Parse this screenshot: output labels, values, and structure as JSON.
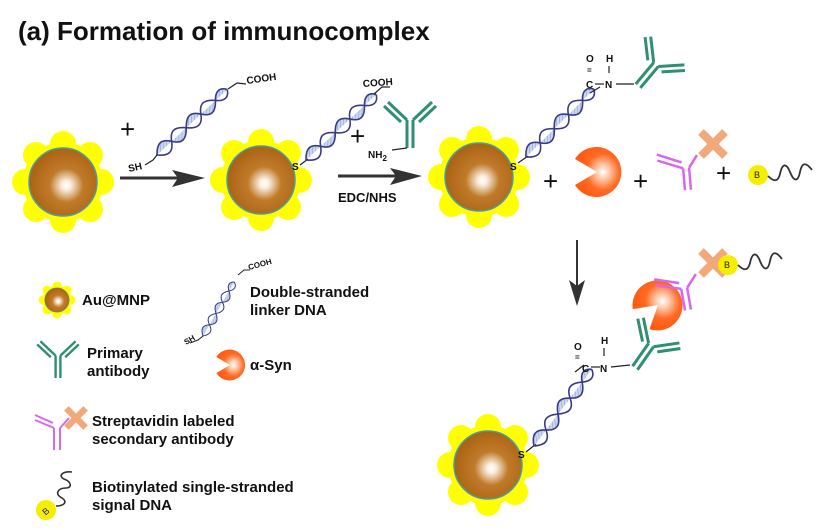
{
  "title": "(a) Formation of immunocomplex",
  "colors": {
    "flower": "#ffff00",
    "core": "#b06a14",
    "core_ring": "#5aa0a0",
    "dna": "#3a3a8c",
    "dna_fill": "#aac2e0",
    "primary_antibody": "#2f8f70",
    "secondary_antibody": "#d768ee",
    "streptavidin": "#f2a97a",
    "alpha_syn": "#ff5a14",
    "biotin": "#f5ee00",
    "arrow": "#333333"
  },
  "scheme": {
    "step1": {
      "plus": "+",
      "reagent_top_label": "COOH",
      "reagent_bottom_label": "SH"
    },
    "step2": {
      "plus": "+",
      "reagent_top_label": "COOH",
      "thiol_label": "S",
      "amine_label": "NH",
      "amine_subscript": "2",
      "condition": "EDC/NHS"
    },
    "step3": {
      "thiol_label": "S",
      "carbonyl_o": "O",
      "carbonyl_double": "=",
      "carbon": "C",
      "amide_h": "H",
      "amide_n": "N",
      "pluses": [
        "+",
        "+",
        "+"
      ],
      "biotin_letter": "B"
    },
    "final": {
      "thiol_label": "S",
      "carbonyl_o": "O",
      "carbonyl_double": "=",
      "carbon": "C",
      "amide_h": "H",
      "amide_n": "N",
      "biotin_letter": "B"
    }
  },
  "legend": [
    {
      "id": "au-mnp",
      "label_lines": [
        "Au@MNP"
      ]
    },
    {
      "id": "linker-dna",
      "label_lines": [
        "Double-stranded",
        "linker DNA"
      ],
      "top_label": "COOH",
      "bottom_label": "SH"
    },
    {
      "id": "primary-antibody",
      "label_lines": [
        "Primary",
        "antibody"
      ]
    },
    {
      "id": "alpha-syn",
      "label_lines": [
        "α-Syn"
      ]
    },
    {
      "id": "secondary-antibody",
      "label_lines": [
        "Streptavidin labeled",
        "secondary antibody"
      ]
    },
    {
      "id": "signal-dna",
      "label_lines": [
        "Biotinylated single-stranded",
        "signal DNA"
      ],
      "biotin_letter": "B"
    }
  ]
}
